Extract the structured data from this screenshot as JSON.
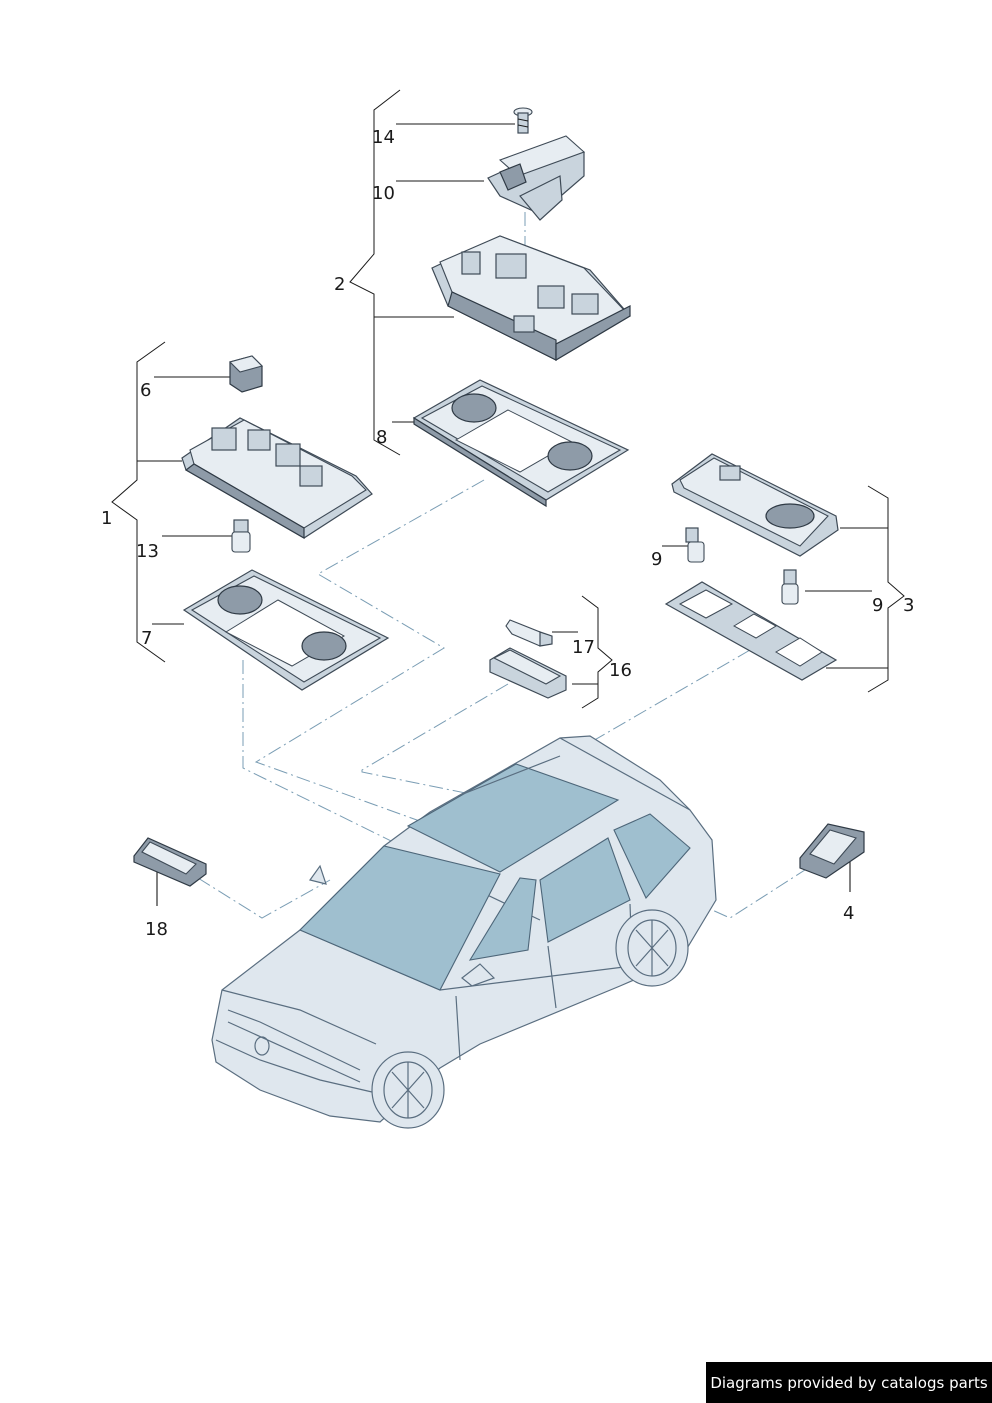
{
  "callouts": {
    "c14": "14",
    "c10": "10",
    "c2": "2",
    "c6": "6",
    "c8": "8",
    "c1": "1",
    "c13": "13",
    "c7": "7",
    "c9a": "9",
    "c9b": "9",
    "c3": "3",
    "c17": "17",
    "c16": "16",
    "c18": "18",
    "c4": "4"
  },
  "credit": "Diagrams provided by catalogs parts",
  "colors": {
    "line": "#1a1a1a",
    "dash": "#7a9db4",
    "part": "#c9d4dd",
    "glass": "#9fbfcf"
  }
}
